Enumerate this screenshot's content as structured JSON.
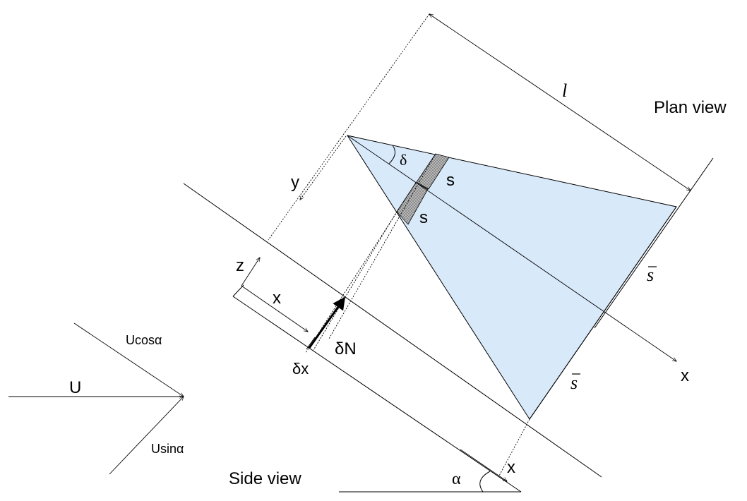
{
  "labels": {
    "plan_view": "Plan view",
    "side_view": "Side view",
    "length": "l",
    "delta_angle": "δ",
    "y_axis": "y",
    "x_axis_plan": "x",
    "z_axis": "z",
    "x_distance": "x",
    "s_upper": "s",
    "s_lower": "s",
    "s_bar_upper": "s",
    "s_bar_lower": "s",
    "delta_x": "δx",
    "delta_N": "δN",
    "U": "U",
    "U_cos": "Ucosα",
    "U_sin": "Usinα",
    "alpha": "α",
    "x_side": "x"
  },
  "colors": {
    "wing_fill": "#d8e9fa",
    "line": "#000000",
    "strip_fill": "#8a8a8a"
  }
}
